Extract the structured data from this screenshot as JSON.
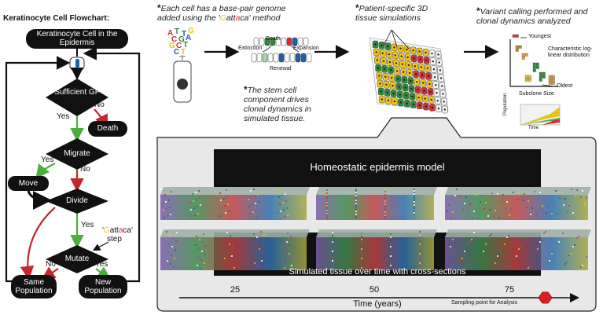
{
  "flowchart": {
    "title": "Keratinocyte Cell Flowchart:",
    "start": "Keratinocyte Cell in the Epidermis",
    "decision1": "Sufficient GF",
    "decision1_no": "No",
    "decision1_yes": "Yes",
    "death": "Death",
    "decision2": "Migrate",
    "decision2_yes": "Yes",
    "decision2_no": "No",
    "move": "Move",
    "decision3": "Divide",
    "decision3_yes": "Yes",
    "step_prefix": "'",
    "step_g": "G",
    "step_att": "att",
    "step_a": "a",
    "step_c": "c",
    "step_a2": "a",
    "step_suffix": "'",
    "step_word": "step",
    "decision4": "Mutate",
    "decision4_no": "No",
    "decision4_yes": "Yes",
    "same_population": "Same Population",
    "new_population": "New Population"
  },
  "notes": {
    "genome_star": "*",
    "genome_part1": "Each cell has a base-pair genome",
    "genome_part2": "added using the ",
    "genome_q1": "'",
    "genome_g": "G",
    "genome_att": "att",
    "genome_a": "a",
    "genome_c": "c",
    "genome_a2": "a",
    "genome_q2": "'",
    "genome_part3": " method",
    "stem_star": "*",
    "stem_text": "The stem cell component drives clonal dynamics in simulated tissue.",
    "patient_star": "*",
    "patient_text": "Patient-specific 3D tissue simulations",
    "variant_star": "*",
    "variant_text": "Variant calling performed and clonal dynamics analyzed"
  },
  "genome_letters": [
    "A",
    "T",
    "T",
    "G",
    "C",
    "G",
    "A",
    "G",
    "C",
    "T",
    "C",
    "T"
  ],
  "clonal": {
    "death": "Death",
    "extinction": "Extinction",
    "expansion": "Expansion",
    "renewal": "Renewal"
  },
  "analysis": {
    "youngest": "Youngest",
    "characteristic": "Characteristic log-linear distribution",
    "oldest": "Oldest",
    "subclone_size": "Subclone Size",
    "population": "Population",
    "time": "Time"
  },
  "model": {
    "title": "Homeostatic epidermis model",
    "subtitle": "Simulated tissue over time with cross-sections",
    "ticks": [
      "25",
      "50",
      "75"
    ],
    "axis_label": "Time (years)",
    "sampling": "Sampling point for Analysis"
  },
  "colors": {
    "flow_green": "#4caf3c",
    "flow_red": "#c3272e",
    "flow_dark": "#111111",
    "cell_blue": "#1f5fa8",
    "cell_green": "#2e8b3a",
    "cell_red": "#d2303a",
    "cell_yellow": "#f0c419",
    "panel_bg": "#e8e8e8",
    "sampling_marker": "#e02020"
  }
}
